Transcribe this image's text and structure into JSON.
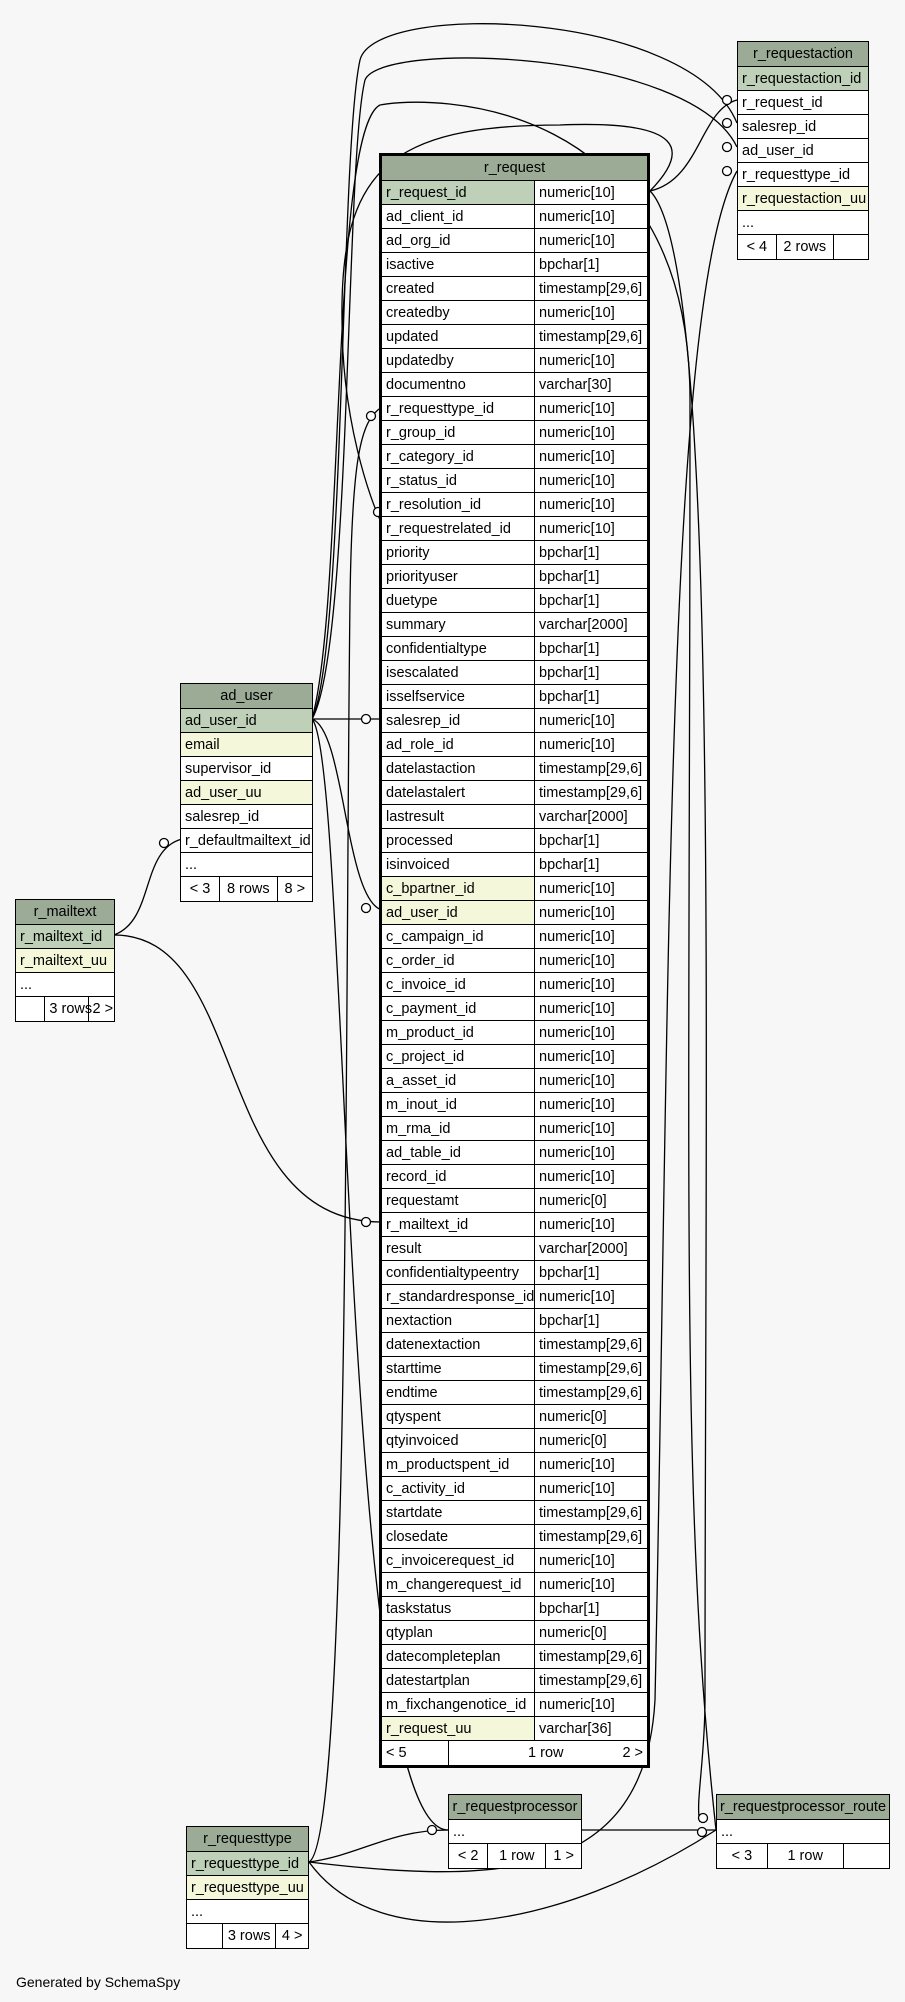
{
  "footer": "Generated by SchemaSpy",
  "colors": {
    "header": "#9bab96",
    "primary_key": "#bed1b8",
    "unique": "#f4f7da",
    "background": "#f7f7f7"
  },
  "tables": [
    {
      "id": "r_request",
      "name": "r_request",
      "main": true,
      "columns": [
        {
          "name": "r_request_id",
          "type": "numeric[10]",
          "kind": "pk"
        },
        {
          "name": "ad_client_id",
          "type": "numeric[10]"
        },
        {
          "name": "ad_org_id",
          "type": "numeric[10]"
        },
        {
          "name": "isactive",
          "type": "bpchar[1]"
        },
        {
          "name": "created",
          "type": "timestamp[29,6]"
        },
        {
          "name": "createdby",
          "type": "numeric[10]"
        },
        {
          "name": "updated",
          "type": "timestamp[29,6]"
        },
        {
          "name": "updatedby",
          "type": "numeric[10]"
        },
        {
          "name": "documentno",
          "type": "varchar[30]"
        },
        {
          "name": "r_requesttype_id",
          "type": "numeric[10]"
        },
        {
          "name": "r_group_id",
          "type": "numeric[10]"
        },
        {
          "name": "r_category_id",
          "type": "numeric[10]"
        },
        {
          "name": "r_status_id",
          "type": "numeric[10]"
        },
        {
          "name": "r_resolution_id",
          "type": "numeric[10]"
        },
        {
          "name": "r_requestrelated_id",
          "type": "numeric[10]"
        },
        {
          "name": "priority",
          "type": "bpchar[1]"
        },
        {
          "name": "priorityuser",
          "type": "bpchar[1]"
        },
        {
          "name": "duetype",
          "type": "bpchar[1]"
        },
        {
          "name": "summary",
          "type": "varchar[2000]"
        },
        {
          "name": "confidentialtype",
          "type": "bpchar[1]"
        },
        {
          "name": "isescalated",
          "type": "bpchar[1]"
        },
        {
          "name": "isselfservice",
          "type": "bpchar[1]"
        },
        {
          "name": "salesrep_id",
          "type": "numeric[10]"
        },
        {
          "name": "ad_role_id",
          "type": "numeric[10]"
        },
        {
          "name": "datelastaction",
          "type": "timestamp[29,6]"
        },
        {
          "name": "datelastalert",
          "type": "timestamp[29,6]"
        },
        {
          "name": "lastresult",
          "type": "varchar[2000]"
        },
        {
          "name": "processed",
          "type": "bpchar[1]"
        },
        {
          "name": "isinvoiced",
          "type": "bpchar[1]"
        },
        {
          "name": "c_bpartner_id",
          "type": "numeric[10]",
          "kind": "uq"
        },
        {
          "name": "ad_user_id",
          "type": "numeric[10]",
          "kind": "uq"
        },
        {
          "name": "c_campaign_id",
          "type": "numeric[10]"
        },
        {
          "name": "c_order_id",
          "type": "numeric[10]"
        },
        {
          "name": "c_invoice_id",
          "type": "numeric[10]"
        },
        {
          "name": "c_payment_id",
          "type": "numeric[10]"
        },
        {
          "name": "m_product_id",
          "type": "numeric[10]"
        },
        {
          "name": "c_project_id",
          "type": "numeric[10]"
        },
        {
          "name": "a_asset_id",
          "type": "numeric[10]"
        },
        {
          "name": "m_inout_id",
          "type": "numeric[10]"
        },
        {
          "name": "m_rma_id",
          "type": "numeric[10]"
        },
        {
          "name": "ad_table_id",
          "type": "numeric[10]"
        },
        {
          "name": "record_id",
          "type": "numeric[10]"
        },
        {
          "name": "requestamt",
          "type": "numeric[0]"
        },
        {
          "name": "r_mailtext_id",
          "type": "numeric[10]"
        },
        {
          "name": "result",
          "type": "varchar[2000]"
        },
        {
          "name": "confidentialtypeentry",
          "type": "bpchar[1]"
        },
        {
          "name": "r_standardresponse_id",
          "type": "numeric[10]"
        },
        {
          "name": "nextaction",
          "type": "bpchar[1]"
        },
        {
          "name": "datenextaction",
          "type": "timestamp[29,6]"
        },
        {
          "name": "starttime",
          "type": "timestamp[29,6]"
        },
        {
          "name": "endtime",
          "type": "timestamp[29,6]"
        },
        {
          "name": "qtyspent",
          "type": "numeric[0]"
        },
        {
          "name": "qtyinvoiced",
          "type": "numeric[0]"
        },
        {
          "name": "m_productspent_id",
          "type": "numeric[10]"
        },
        {
          "name": "c_activity_id",
          "type": "numeric[10]"
        },
        {
          "name": "startdate",
          "type": "timestamp[29,6]"
        },
        {
          "name": "closedate",
          "type": "timestamp[29,6]"
        },
        {
          "name": "c_invoicerequest_id",
          "type": "numeric[10]"
        },
        {
          "name": "m_changerequest_id",
          "type": "numeric[10]"
        },
        {
          "name": "taskstatus",
          "type": "bpchar[1]"
        },
        {
          "name": "qtyplan",
          "type": "numeric[0]"
        },
        {
          "name": "datecompleteplan",
          "type": "timestamp[29,6]"
        },
        {
          "name": "datestartplan",
          "type": "timestamp[29,6]"
        },
        {
          "name": "m_fixchangenotice_id",
          "type": "numeric[10]"
        },
        {
          "name": "r_request_uu",
          "type": "varchar[36]",
          "kind": "uq"
        }
      ],
      "footer": [
        "< 5",
        "1 row",
        "2 >"
      ]
    },
    {
      "id": "r_requestaction",
      "name": "r_requestaction",
      "columns": [
        {
          "name": "r_requestaction_id",
          "kind": "pk"
        },
        {
          "name": "r_request_id"
        },
        {
          "name": "salesrep_id"
        },
        {
          "name": "ad_user_id"
        },
        {
          "name": "r_requesttype_id"
        },
        {
          "name": "r_requestaction_uu",
          "kind": "uq"
        },
        {
          "name": "..."
        }
      ],
      "footer": [
        "< 4",
        "2 rows",
        ""
      ]
    },
    {
      "id": "ad_user",
      "name": "ad_user",
      "columns": [
        {
          "name": "ad_user_id",
          "kind": "pk"
        },
        {
          "name": "email",
          "kind": "uq"
        },
        {
          "name": "supervisor_id"
        },
        {
          "name": "ad_user_uu",
          "kind": "uq"
        },
        {
          "name": "salesrep_id"
        },
        {
          "name": "r_defaultmailtext_id"
        },
        {
          "name": "..."
        }
      ],
      "footer": [
        "< 3",
        "8 rows",
        "8 >"
      ]
    },
    {
      "id": "r_mailtext",
      "name": "r_mailtext",
      "columns": [
        {
          "name": "r_mailtext_id",
          "kind": "pk"
        },
        {
          "name": "r_mailtext_uu",
          "kind": "uq"
        },
        {
          "name": "..."
        }
      ],
      "footer": [
        "",
        "3 rows",
        "2 >"
      ]
    },
    {
      "id": "r_requestprocessor",
      "name": "r_requestprocessor",
      "columns": [
        {
          "name": "..."
        }
      ],
      "footer": [
        "< 2",
        "1 row",
        "1 >"
      ]
    },
    {
      "id": "r_requestprocessor_route",
      "name": "r_requestprocessor_route",
      "columns": [
        {
          "name": "..."
        }
      ],
      "footer": [
        "< 3",
        "1 row",
        ""
      ]
    },
    {
      "id": "r_requesttype",
      "name": "r_requesttype",
      "columns": [
        {
          "name": "r_requesttype_id",
          "kind": "pk"
        },
        {
          "name": "r_requesttype_uu",
          "kind": "uq"
        },
        {
          "name": "..."
        }
      ],
      "footer": [
        "",
        "3 rows",
        "4 >"
      ]
    }
  ]
}
